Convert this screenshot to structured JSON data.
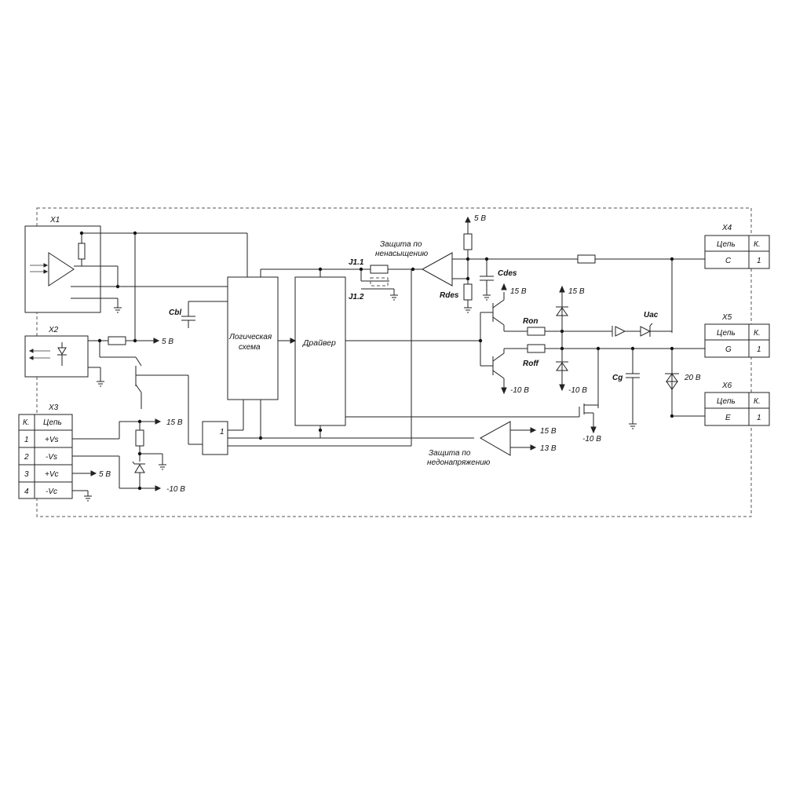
{
  "diagram": {
    "connectors": {
      "x1": "X1",
      "x2": "X2",
      "x3": "X3",
      "x4": "X4",
      "x5": "X5",
      "x6": "X6"
    },
    "table_header": {
      "k": "К.",
      "chain": "Цепь"
    },
    "x3_rows": [
      {
        "k": "1",
        "chain": "+Vs"
      },
      {
        "k": "2",
        "chain": "-Vs"
      },
      {
        "k": "3",
        "chain": "+Vc"
      },
      {
        "k": "4",
        "chain": "-Vc"
      }
    ],
    "x4_row": {
      "chain": "C",
      "k": "1"
    },
    "x5_row": {
      "chain": "G",
      "k": "1"
    },
    "x6_row": {
      "chain": "E",
      "k": "1"
    },
    "blocks": {
      "logic_line1": "Логическая",
      "logic_line2": "схема",
      "driver": "Драйвер",
      "or_gate": "1"
    },
    "components": {
      "cbl": "Cbl",
      "j11": "J1.1",
      "j12": "J1.2",
      "rdes": "Rdes",
      "cdes": "Cdes",
      "ron": "Ron",
      "roff": "Roff",
      "uac": "Uac",
      "cg": "Cg"
    },
    "annotations": {
      "desat_line1": "Защита по",
      "desat_line2": "ненасыщению",
      "uv_line1": "Защита по",
      "uv_line2": "недонапряжению"
    },
    "voltages": {
      "v5_x2": "5 В",
      "v15_x3": "15 В",
      "vm10_x3": "-10 В",
      "v5_x3": "5 В",
      "v5_top": "5 В",
      "v15_top": "15 В",
      "v15_zener": "15 В",
      "vm10_npn": "-10 В",
      "vm10_zener": "-10 В",
      "v20": "20 В",
      "vm10_mos": "-10 В",
      "v15_uv": "15 В",
      "v13_uv": "13 В"
    }
  }
}
